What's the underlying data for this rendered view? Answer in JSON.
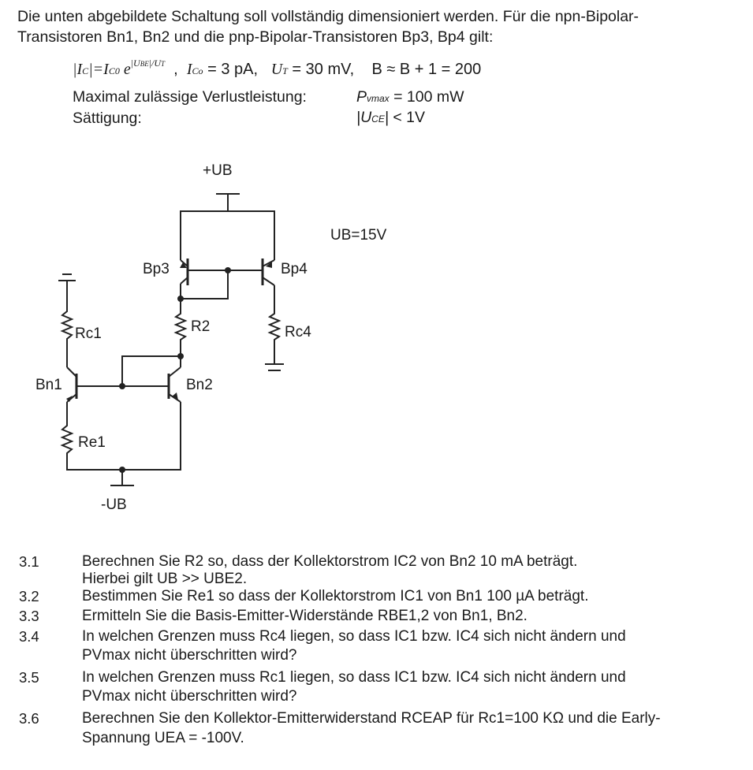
{
  "intro": {
    "line1": "Die unten abgebildete Schaltung soll vollständig dimensioniert werden. Für die npn-Bipolar-",
    "line2": "Transistoren Bn1, Bn2 und die pnp-Bipolar-Transistoren Bp3, Bp4 gilt:"
  },
  "params": {
    "ico": "= 3 pA,",
    "ut": "= 30 mV,",
    "b": "B ≈ B + 1 = 200",
    "verlust_label": "Maximal zulässige Verlustleistung:",
    "verlust_value": "= 100 mW",
    "saett_label": "Sättigung:",
    "saett_value": "< 1V"
  },
  "circuit": {
    "ub_pos": "+UB",
    "ub_neg": "-UB",
    "ub_value": "UB=15V",
    "bp3": "Bp3",
    "bp4": "Bp4",
    "bn1": "Bn1",
    "bn2": "Bn2",
    "rc1": "Rc1",
    "r2": "R2",
    "rc4": "Rc4",
    "re1": "Re1"
  },
  "questions": [
    {
      "num": "3.1",
      "text": "Berechnen Sie R2 so, dass der Kollektorstrom IC2 von Bn2 10 mA beträgt."
    },
    {
      "num": "",
      "text": "Hierbei gilt UB >> UBE2."
    },
    {
      "num": "3.2",
      "text": "Bestimmen Sie Re1 so dass der Kollektorstrom IC1 von Bn1 100 µA beträgt."
    },
    {
      "num": "3.3",
      "text": "Ermitteln Sie die Basis-Emitter-Widerstände RBE1,2 von Bn1, Bn2."
    },
    {
      "num": "3.4",
      "text": "In welchen Grenzen muss Rc4 liegen, so dass IC1 bzw. IC4 sich nicht ändern und"
    },
    {
      "num": "",
      "text": "PVmax nicht überschritten wird?"
    },
    {
      "num": "3.5",
      "text": "In welchen Grenzen muss Rc1 liegen, so dass IC1 bzw. IC4 sich nicht ändern und"
    },
    {
      "num": "",
      "text": "PVmax nicht überschritten wird?"
    },
    {
      "num": "3.6",
      "text": "Berechnen Sie den Kollektor-Emitterwiderstand RCEAP für Rc1=100 KΩ und die Early-"
    },
    {
      "num": "",
      "text": "Spannung UEA = -100V."
    }
  ]
}
